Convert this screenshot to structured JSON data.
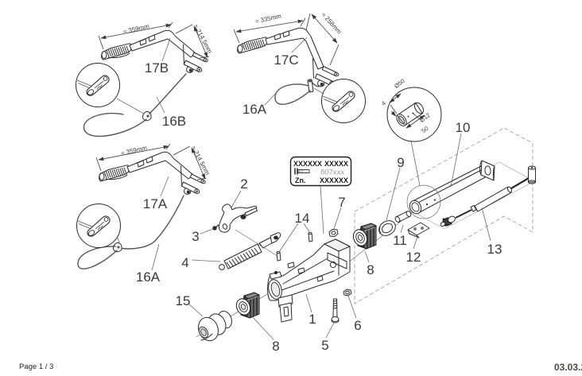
{
  "drawing": {
    "footer": {
      "page_indicator": "Page 1 / 3",
      "date": "03.03.2"
    },
    "label_box": {
      "line1_left": "XXXXXX",
      "line1_right": "XXXXX",
      "part_number": "807xxx",
      "line3_left": "Zn.",
      "line3_right": "XXXXXX"
    },
    "handles": [
      {
        "id": "17B",
        "cable_id": "16B",
        "dim_length": "≈ 359mm",
        "dim_height": "≈ 214.5mm"
      },
      {
        "id": "17C",
        "cable_id": "16A",
        "dim_length": "≈ 335mm",
        "dim_height": "≈ 258mm"
      },
      {
        "id": "17A",
        "cable_id": "16A",
        "dim_length": "≈ 359mm",
        "dim_height": "≈ 214.5mm"
      }
    ],
    "detail_dims": {
      "outer_dia": "Ø50",
      "wall": "4",
      "hole_dia": "Ø12",
      "length": "50"
    },
    "part_labels": {
      "p1": "1",
      "p2": "2",
      "p3": "3",
      "p4": "4",
      "p5": "5",
      "p6": "6",
      "p7": "7",
      "p8_left": "8",
      "p8_right": "8",
      "p9": "9",
      "p10": "10",
      "p11": "11",
      "p12": "12",
      "p13": "13",
      "p14": "14",
      "p15": "15"
    }
  }
}
